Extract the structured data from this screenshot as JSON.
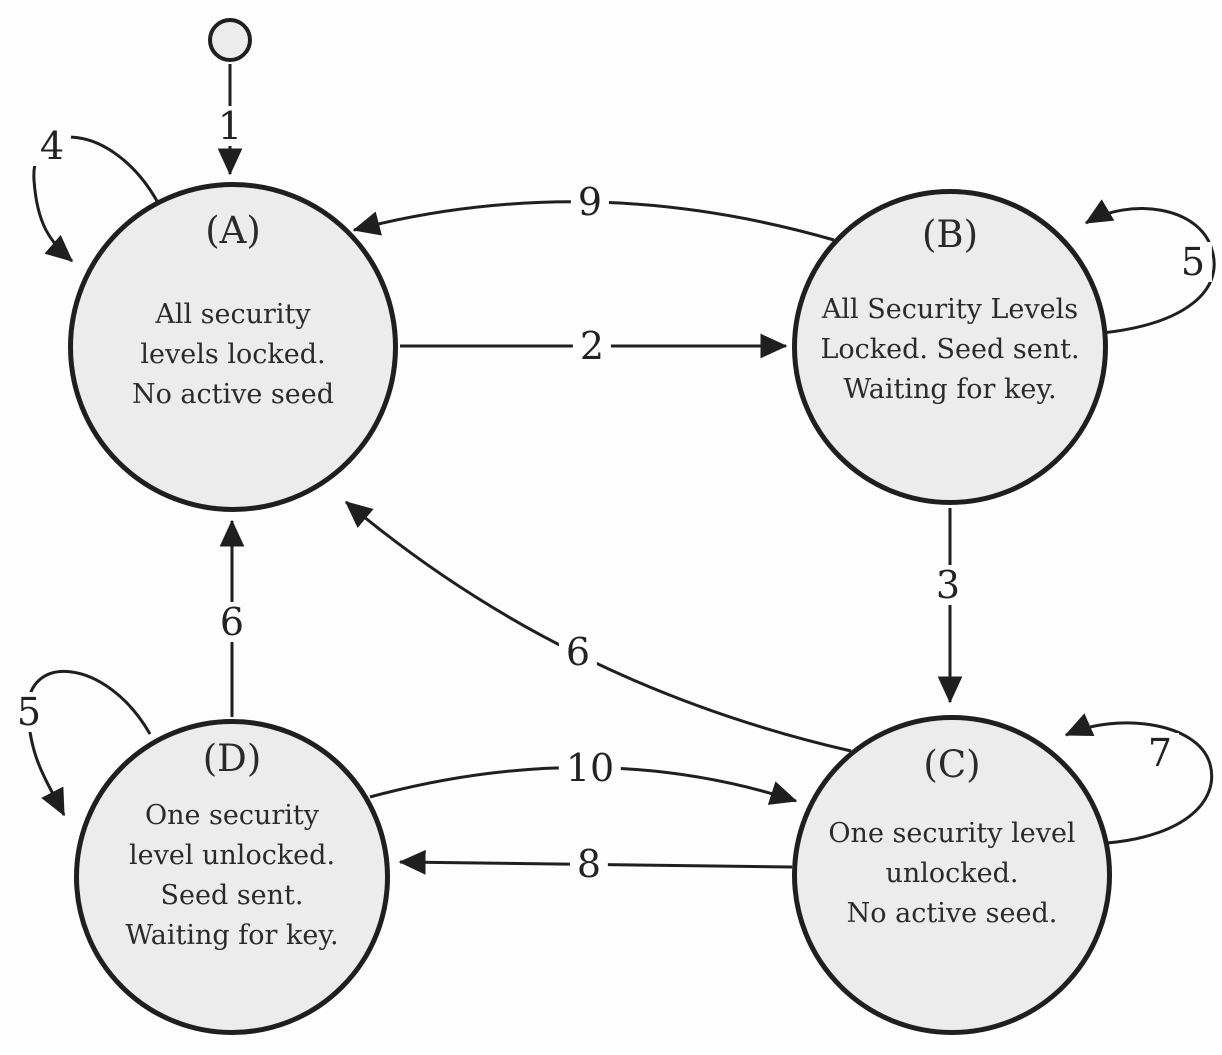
{
  "diagram": {
    "kind": "state-machine",
    "colors": {
      "node_fill": "#ececec",
      "node_border": "#1f1f1f",
      "edge": "#1f1f1f",
      "background": "#fdfdfd"
    }
  },
  "initial_state": {
    "name": "initial-state"
  },
  "states": [
    {
      "id": "A",
      "title": "(A)",
      "lines": [
        "All security",
        "levels locked.",
        "No active seed"
      ]
    },
    {
      "id": "B",
      "title": "(B)",
      "lines": [
        "All Security Levels",
        "Locked. Seed sent.",
        "Waiting for key."
      ]
    },
    {
      "id": "C",
      "title": "(C)",
      "lines": [
        "One security level",
        "unlocked.",
        "No active seed."
      ]
    },
    {
      "id": "D",
      "title": "(D)",
      "lines": [
        "One security",
        "level unlocked.",
        "Seed sent.",
        "Waiting for key."
      ]
    }
  ],
  "transitions": [
    {
      "label": "1",
      "from": "start",
      "to": "A"
    },
    {
      "label": "2",
      "from": "A",
      "to": "B"
    },
    {
      "label": "9",
      "from": "B",
      "to": "A"
    },
    {
      "label": "4",
      "from": "A",
      "to": "A"
    },
    {
      "label": "5",
      "from": "B",
      "to": "B"
    },
    {
      "label": "3",
      "from": "B",
      "to": "C"
    },
    {
      "label": "6",
      "from": "C",
      "to": "A"
    },
    {
      "label": "7",
      "from": "C",
      "to": "C"
    },
    {
      "label": "8",
      "from": "C",
      "to": "D"
    },
    {
      "label": "10",
      "from": "D",
      "to": "C"
    },
    {
      "label": "6",
      "from": "D",
      "to": "A"
    },
    {
      "label": "5",
      "from": "D",
      "to": "D"
    }
  ]
}
